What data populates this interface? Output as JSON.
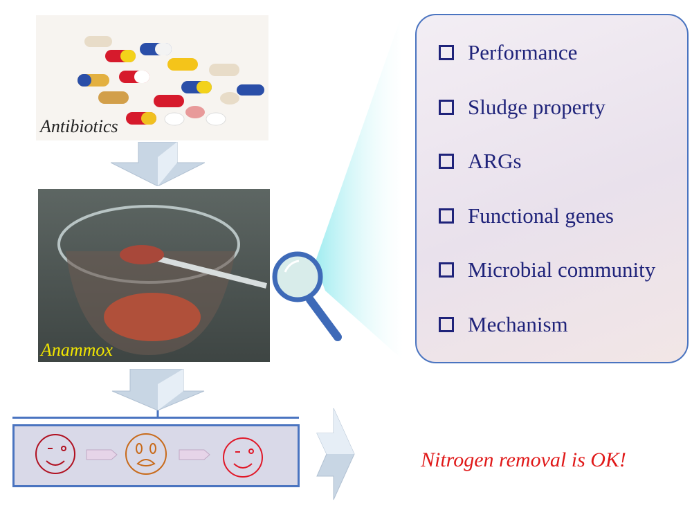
{
  "antibiotics": {
    "caption": "Antibiotics"
  },
  "anammox": {
    "caption": "Anammox"
  },
  "aspects": {
    "items": [
      {
        "label": "Performance"
      },
      {
        "label": "Sludge property"
      },
      {
        "label": "ARGs"
      },
      {
        "label": "Functional genes"
      },
      {
        "label": "Microbial community"
      },
      {
        "label": "Mechanism"
      }
    ]
  },
  "outcome": {
    "text": "Nitrogen removal is OK!"
  },
  "colors": {
    "accent": "#4a74c0",
    "text": "#1f237a",
    "result": "#e01818",
    "anammox_caption": "#f2e600"
  }
}
